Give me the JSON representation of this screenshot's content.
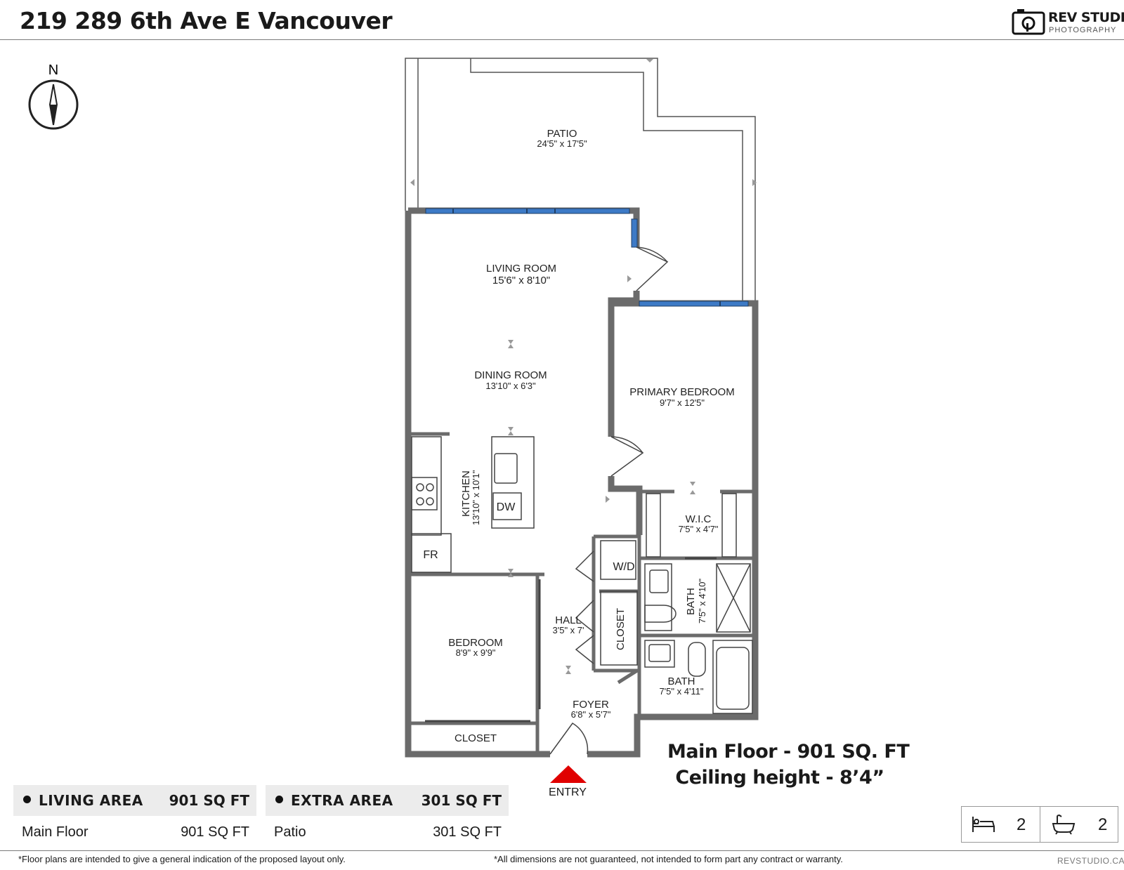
{
  "header": {
    "title": "219 289 6th Ave E Vancouver"
  },
  "logo": {
    "brand": "REV STUDIO",
    "sub": "PHOTOGRAPHY",
    "icon": "camera-icon"
  },
  "compass": {
    "label": "N",
    "icon": "compass-icon"
  },
  "rooms": {
    "patio": {
      "name": "PATIO",
      "dim": "24'5\" x 17'5\""
    },
    "living": {
      "name": "LIVING ROOM",
      "dim": "15'6\" x 8'10\""
    },
    "dining": {
      "name": "DINING ROOM",
      "dim": "13'10\" x 6'3\""
    },
    "kitchen": {
      "name": "KITCHEN",
      "dim": "13'10\" x 10'1\""
    },
    "primary_bedroom": {
      "name": "PRIMARY BEDROOM",
      "dim": "9'7\" x 12'5\""
    },
    "wic": {
      "name": "W.I.C",
      "dim": "7'5\" x 4'7\""
    },
    "bath1": {
      "name": "BATH",
      "dim": "7'5\" x 4'10\""
    },
    "bath2": {
      "name": "BATH",
      "dim": "7'5\" x 4'11\""
    },
    "hall": {
      "name": "HALL",
      "dim": "3'5\" x 7'"
    },
    "bedroom": {
      "name": "BEDROOM",
      "dim": "8'9\" x 9'9\""
    },
    "foyer": {
      "name": "FOYER",
      "dim": "6'8\" x 5'7\""
    },
    "closet_bedroom": {
      "name": "CLOSET"
    },
    "closet_hall": {
      "name": "CLOSET"
    }
  },
  "fixtures": {
    "fridge": "FR",
    "dishwasher": "DW",
    "washer_dryer": "W/D"
  },
  "entry": {
    "label": "ENTRY"
  },
  "summary": {
    "floor": "Main Floor - 901 SQ. FT",
    "ceiling": "Ceiling height - 8’4”"
  },
  "areas": {
    "living": {
      "header": "LIVING AREA",
      "header_value": "901 SQ FT",
      "rows": [
        {
          "name": "Main Floor",
          "value": "901 SQ FT"
        }
      ]
    },
    "extra": {
      "header": "EXTRA AREA",
      "header_value": "301 SQ FT",
      "rows": [
        {
          "name": "Patio",
          "value": "301 SQ FT"
        }
      ]
    }
  },
  "counts": {
    "bedrooms": "2",
    "bathrooms": "2",
    "bed_icon": "bed-icon",
    "bath_icon": "bathtub-icon"
  },
  "footer": {
    "disclaimer_left": "*Floor plans are intended to give a general indication of the proposed layout only.",
    "disclaimer_right": "*All dimensions are not guaranteed, not intended to form part any contract or warranty.",
    "site": "REVSTUDIO.CA"
  },
  "colors": {
    "wall": "#6b6b6b",
    "window": "#3d7ac6",
    "entry_arrow": "#e00000"
  }
}
